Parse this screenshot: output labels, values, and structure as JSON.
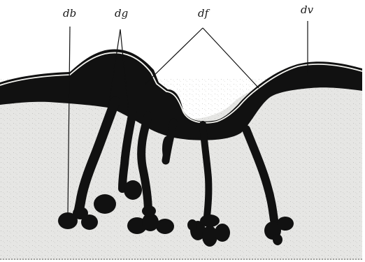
{
  "figure": {
    "labels": {
      "db": "db",
      "dg": "dg",
      "df": "df",
      "dv": "dv"
    },
    "colors": {
      "paper": "#ffffff",
      "tissue": "#e6e6e4",
      "stipple": "#9a9a96",
      "ink": "#111111",
      "edge_line": "#f4f4f0"
    }
  }
}
